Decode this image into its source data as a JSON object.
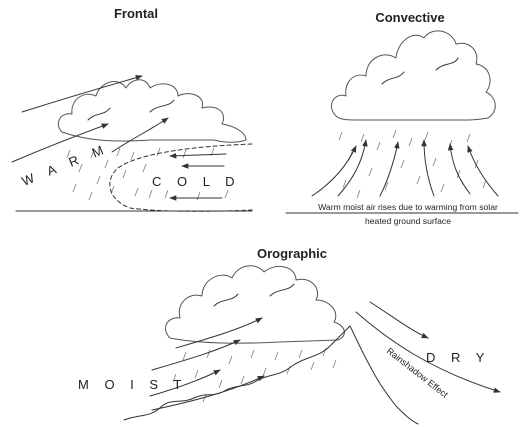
{
  "frontal": {
    "title": "Frontal",
    "warm_label": "W A R M",
    "cold_label": "C O L D"
  },
  "convective": {
    "title": "Convective",
    "caption_line1": "Warm moist air rises due to warming from solar",
    "caption_line2": "heated ground surface"
  },
  "orographic": {
    "title": "Orographic",
    "moist_label": "M O I S T",
    "dry_label": "D R Y",
    "rainshadow_label": "Rainshadow Effect"
  }
}
